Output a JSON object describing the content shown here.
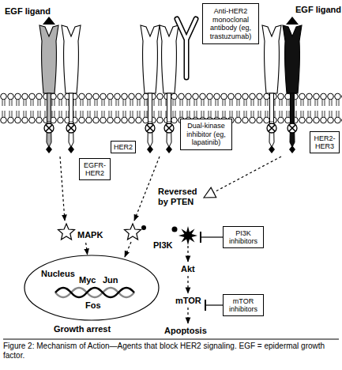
{
  "diagram": {
    "caption": "Figure 2: Mechanism of Action—Agents that block HER2 signaling. EGF = epidermal growth factor.",
    "nodes": [
      {
        "text": [
          "Anti-HER2 monoclonal antibody (eg, trastuzumab)"
        ]
      },
      {
        "text": [
          "Dual-kinase inhibitor (eg, lapatinib)"
        ]
      },
      {
        "text": [
          "HER2"
        ]
      },
      {
        "text": [
          "HER2-HER3"
        ]
      },
      {
        "text": [
          "EGFR-HER2"
        ]
      },
      {
        "text": [
          "MAPK"
        ]
      },
      {
        "text": [
          "PI3K inhibitors"
        ]
      },
      {
        "text": [
          "Nucleus",
          "Myc",
          "Jun",
          "Fos"
        ]
      },
      {
        "text": [
          "mTOR inhibitors"
        ]
      }
    ],
    "edges": [
      {
        "from": 5,
        "to": 7,
        "arrow": "to"
      }
    ],
    "labels": [
      "EGF ligand",
      "EGF ligand",
      "Reversed by PTEN",
      "PI3K",
      "Akt",
      "mTOR",
      "Growth arrest",
      "Apoptosis"
    ]
  }
}
